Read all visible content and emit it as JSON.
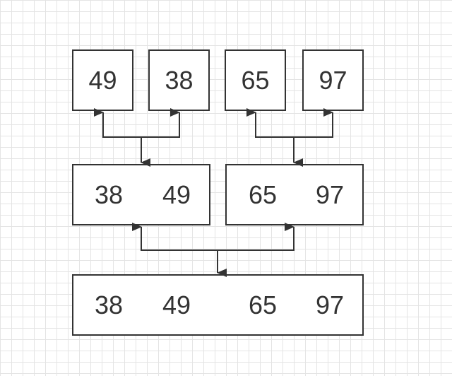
{
  "diagram": {
    "level1": [
      "49",
      "38",
      "65",
      "97"
    ],
    "level2": {
      "left": [
        "38",
        "49"
      ],
      "right": [
        "65",
        "97"
      ]
    },
    "level3": [
      "38",
      "49",
      "65",
      "97"
    ]
  },
  "colors": {
    "stroke": "#333333",
    "grid": "#e4e4e4",
    "background": "#ffffff"
  }
}
